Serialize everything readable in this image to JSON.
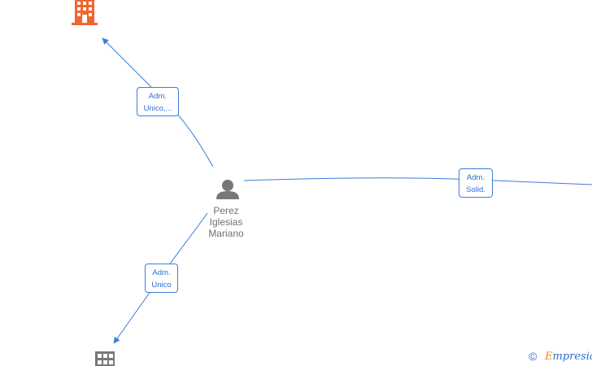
{
  "person": {
    "name_lines": [
      "Perez",
      "Iglesias",
      "Mariano"
    ],
    "icon": "person-icon",
    "color": "#777777"
  },
  "companies": [
    {
      "id": "company-top",
      "icon": "building-icon",
      "color": "#f26430"
    },
    {
      "id": "company-bottom",
      "icon": "building-icon",
      "color": "#777777"
    }
  ],
  "relations": [
    {
      "id": "top",
      "label_lines": [
        "Adm.",
        "Unico,..."
      ]
    },
    {
      "id": "right",
      "label_lines": [
        "Adm.",
        "Solid."
      ]
    },
    {
      "id": "bottom",
      "label_lines": [
        "Adm.",
        "Unico"
      ]
    }
  ],
  "credit": {
    "symbol": "©",
    "brand_initial": "E",
    "brand_rest": "mpresia"
  },
  "colors": {
    "edge": "#3b7fd9",
    "accent": "#e8881e"
  }
}
